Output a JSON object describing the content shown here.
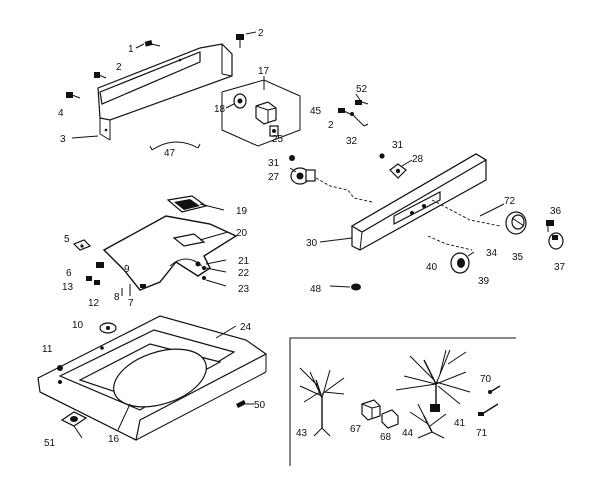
{
  "callouts": {
    "c1": "1",
    "c2a": "2",
    "c2b": "2",
    "c2c": "2",
    "c3": "3",
    "c4": "4",
    "c5": "5",
    "c6": "6",
    "c7": "7",
    "c8": "8",
    "c9": "9",
    "c10": "10",
    "c11": "11",
    "c12": "12",
    "c13": "13",
    "c16": "16",
    "c17": "17",
    "c18": "18",
    "c19": "19",
    "c20": "20",
    "c21": "21",
    "c22": "22",
    "c23": "23",
    "c24": "24",
    "c25": "25",
    "c27": "27",
    "c28": "28",
    "c30": "30",
    "c31a": "31",
    "c31b": "31",
    "c32": "32",
    "c34": "34",
    "c35": "35",
    "c36": "36",
    "c37": "37",
    "c39": "39",
    "c40": "40",
    "c41": "41",
    "c43": "43",
    "c44": "44",
    "c45": "45",
    "c47": "47",
    "c48": "48",
    "c50": "50",
    "c51": "51",
    "c52": "52",
    "c67": "67",
    "c68": "68",
    "c70": "70",
    "c71": "71",
    "c72": "72"
  },
  "colors": {
    "ink": "#111111",
    "paper": "#ffffff"
  }
}
